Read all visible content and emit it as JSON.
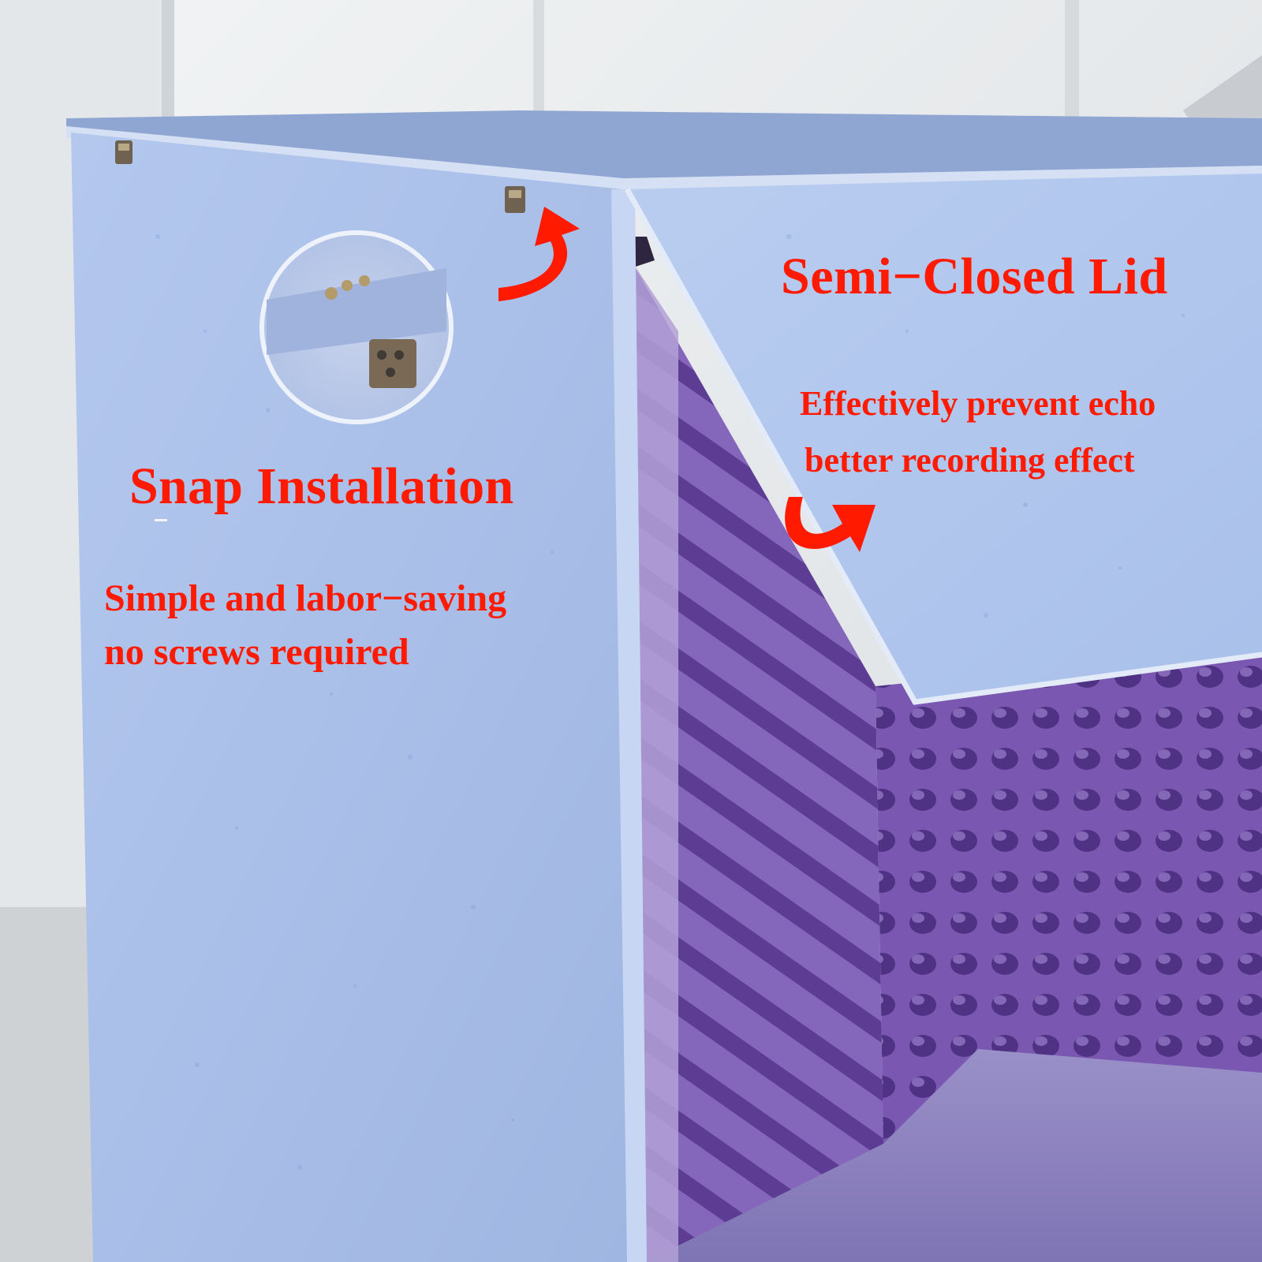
{
  "colors": {
    "caption": "#ff1a00",
    "panel_felt": "#a7bfe8",
    "panel_felt_shadow": "#93abd8",
    "foam_dark": "#6b4aa3",
    "foam_light": "#a88fd0",
    "floor": "#8f84c0",
    "background": "#e9ecef",
    "hinge_metal": "#7a6a55"
  },
  "icons": {
    "hinge": "hinge-icon",
    "arrow": "curved-arrow-icon",
    "zoom": "magnifier-inset-icon"
  },
  "captions": {
    "lid_title": "Semi−Closed Lid",
    "lid_line1": "Effectively prevent echo",
    "lid_line2": "better recording effect",
    "snap_title": "Snap Installation",
    "snap_line1": "Simple and labor−saving",
    "snap_line2": "no screws required"
  }
}
